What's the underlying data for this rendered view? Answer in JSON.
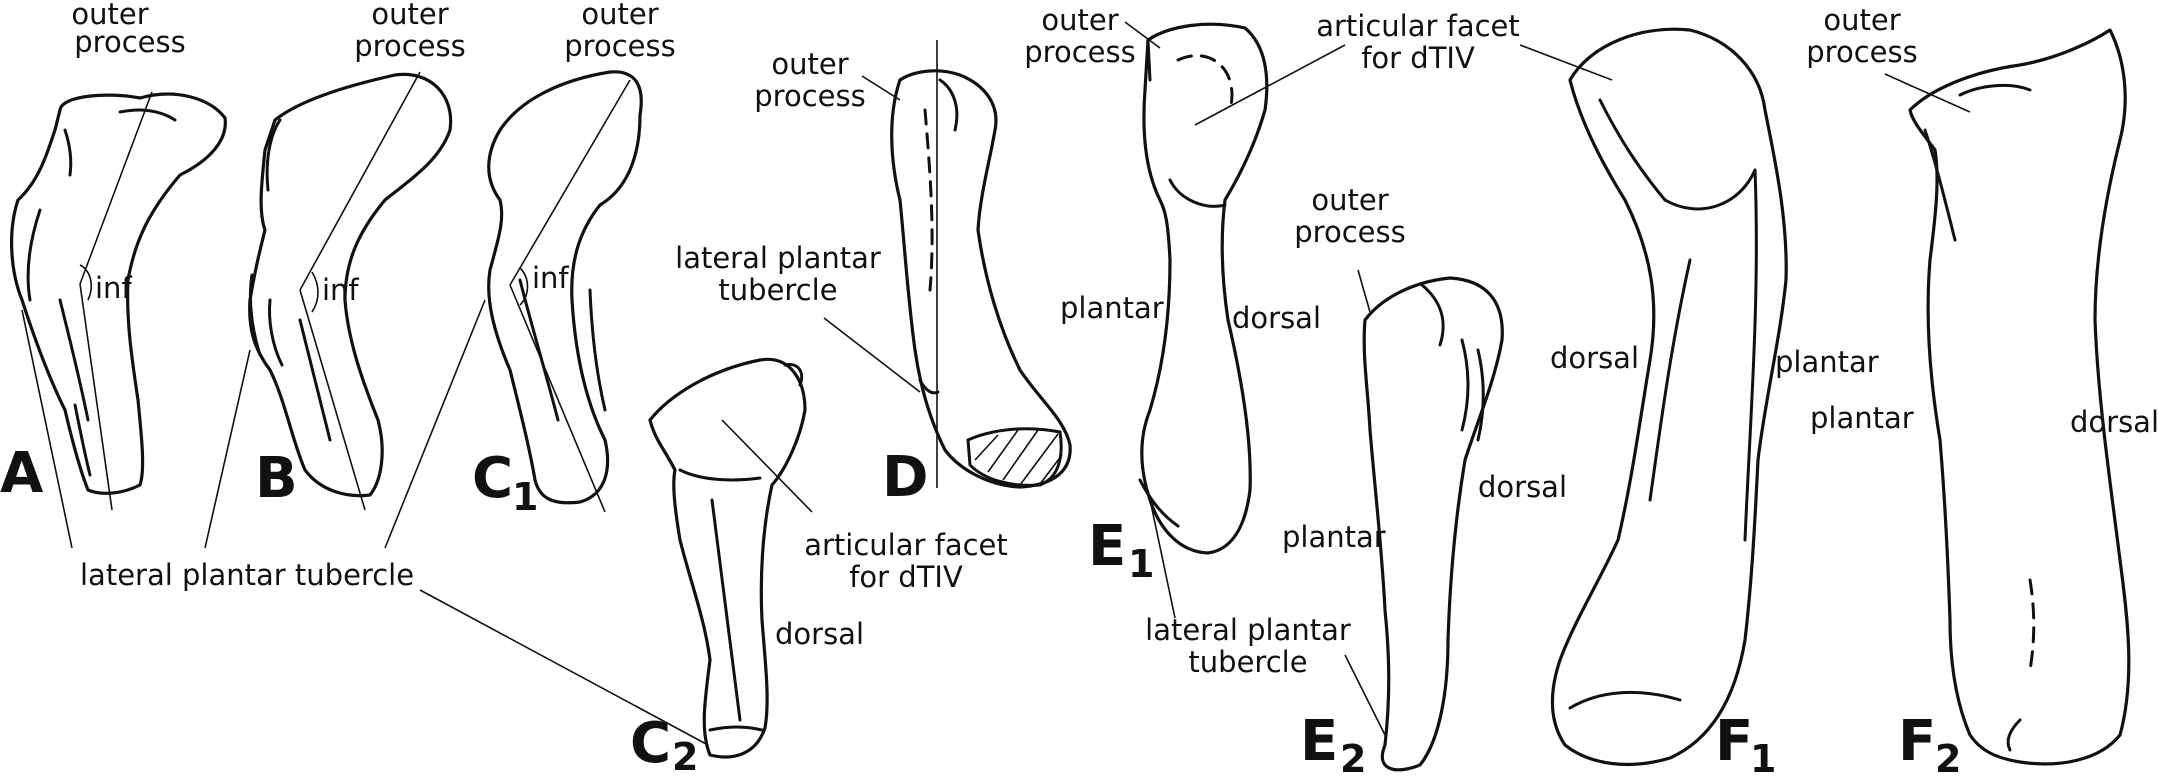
{
  "panels": {
    "A": {
      "letter": "A",
      "sub": ""
    },
    "B": {
      "letter": "B",
      "sub": ""
    },
    "C1": {
      "letter": "C",
      "sub": "1"
    },
    "C2": {
      "letter": "C",
      "sub": "2"
    },
    "D": {
      "letter": "D",
      "sub": ""
    },
    "E1": {
      "letter": "E",
      "sub": "1"
    },
    "E2": {
      "letter": "E",
      "sub": "2"
    },
    "F1": {
      "letter": "F",
      "sub": "1"
    },
    "F2": {
      "letter": "F",
      "sub": "2"
    }
  },
  "labels": {
    "outer": "outer",
    "process": "process",
    "inf": "inf",
    "lateral_plantar_tubercle": "lateral plantar tubercle",
    "lateral_plantar": "lateral plantar",
    "tubercle": "tubercle",
    "articular_facet": "articular facet",
    "for_dTIV": "for dTIV",
    "plantar": "plantar",
    "dorsal": "dorsal"
  }
}
